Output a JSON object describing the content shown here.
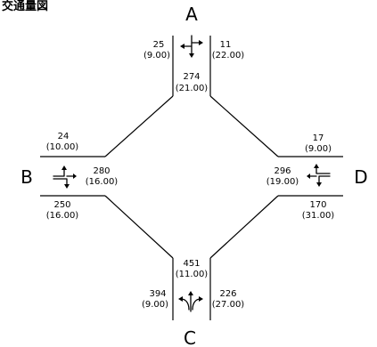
{
  "header": {
    "text": "交通量図"
  },
  "nodes": {
    "a": "A",
    "b": "B",
    "c": "C",
    "d": "D"
  },
  "flows": {
    "a_left": {
      "value": "25",
      "sub": "(9.00)"
    },
    "a_right": {
      "value": "11",
      "sub": "(22.00)"
    },
    "a_center": {
      "value": "274",
      "sub": "(21.00)"
    },
    "b_top": {
      "value": "24",
      "sub": "(10.00)"
    },
    "b_mid": {
      "value": "280",
      "sub": "(16.00)"
    },
    "b_bottom": {
      "value": "250",
      "sub": "(16.00)"
    },
    "d_top": {
      "value": "17",
      "sub": "(9.00)"
    },
    "d_mid": {
      "value": "296",
      "sub": "(19.00)"
    },
    "d_bottom": {
      "value": "170",
      "sub": "(31.00)"
    },
    "c_center": {
      "value": "451",
      "sub": "(11.00)"
    },
    "c_left": {
      "value": "394",
      "sub": "(9.00)"
    },
    "c_right": {
      "value": "226",
      "sub": "(27.00)"
    }
  },
  "icons": {
    "a": "straight-left-right-turn-arrows-icon",
    "b": "left-right-turn-arrows-icon",
    "c": "straight-left-right-turn-arrows-icon",
    "d": "left-right-turn-arrows-icon"
  }
}
